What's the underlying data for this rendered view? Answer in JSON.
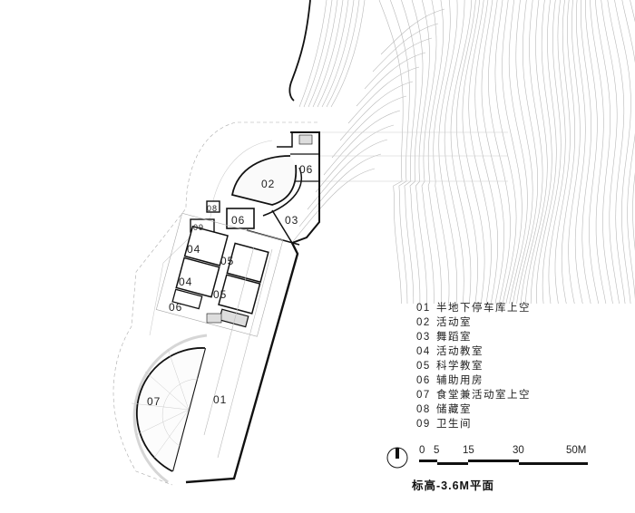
{
  "rooms": [
    {
      "code": "01",
      "name": "半地下停车库上空"
    },
    {
      "code": "02",
      "name": "活动室"
    },
    {
      "code": "03",
      "name": "舞蹈室"
    },
    {
      "code": "04",
      "name": "活动教室"
    },
    {
      "code": "05",
      "name": "科学教室"
    },
    {
      "code": "06",
      "name": "辅助用房"
    },
    {
      "code": "07",
      "name": "食堂兼活动室上空"
    },
    {
      "code": "08",
      "name": "储藏室"
    },
    {
      "code": "09",
      "name": "卫生间"
    }
  ],
  "plan_labels": {
    "r01": "01",
    "r02": "02",
    "r03": "03",
    "r04a": "04",
    "r04b": "04",
    "r05a": "05",
    "r05b": "05",
    "r06a": "06",
    "r06b": "06",
    "r06c": "06",
    "r07": "07",
    "r08": "08",
    "r09": "09"
  },
  "scale_bar": {
    "ticks": [
      "0",
      "5",
      "15",
      "30",
      "50M"
    ]
  },
  "compass": {
    "icon": "north-arrow-icon"
  },
  "title": "标高-3.6M平面",
  "colors": {
    "line": "#111111",
    "thin": "#999999",
    "contour": "#b0b0b0"
  }
}
